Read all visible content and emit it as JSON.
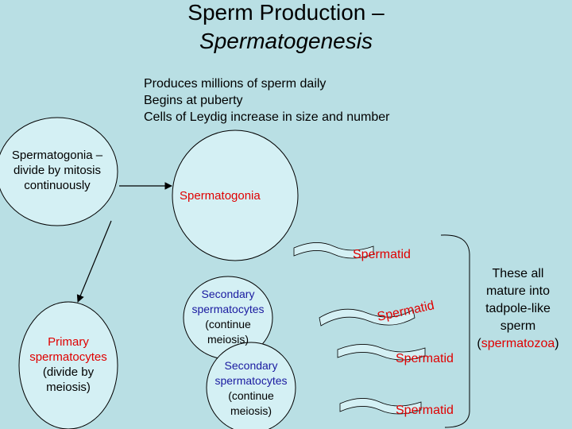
{
  "title": {
    "line1": "Sperm Production –",
    "line2": "Spermatogenesis"
  },
  "bullets": [
    "Produces millions of sperm daily",
    "Begins at puberty",
    "Cells of Leydig increase in size and number"
  ],
  "cells": {
    "spermatogonia_mitosis": {
      "line1": "Spermatogonia –",
      "line2": "divide by mitosis",
      "line3": "continuously"
    },
    "spermatogonia": "Spermatogonia",
    "primary": {
      "line1": "Primary",
      "line2": "spermatocytes",
      "line3": "(divide by",
      "line4": "meiosis)"
    },
    "secondary_1": {
      "line1": "Secondary",
      "line2": "spermatocytes",
      "line3": "(continue",
      "line4": "meiosis)"
    },
    "secondary_2": {
      "line1": "Secondary",
      "line2": "spermatocytes",
      "line3": "(continue",
      "line4": "meiosis)"
    },
    "spermatid_1": "Spermatid",
    "spermatid_curved": "Spermatid",
    "spermatid_3": "Spermatid",
    "spermatid_4": "Spermatid"
  },
  "side_note": {
    "line1": "These all",
    "line2": "mature into",
    "line3": "tadpole-like",
    "line4": "sperm",
    "open_paren": "(",
    "highlight": "spermatozoa",
    "close_paren": ")"
  },
  "colors": {
    "background": "#b9dfe4",
    "cell_fill": "#d4f0f4",
    "red_text": "#e00000",
    "blue_text": "#1a1aa0"
  }
}
